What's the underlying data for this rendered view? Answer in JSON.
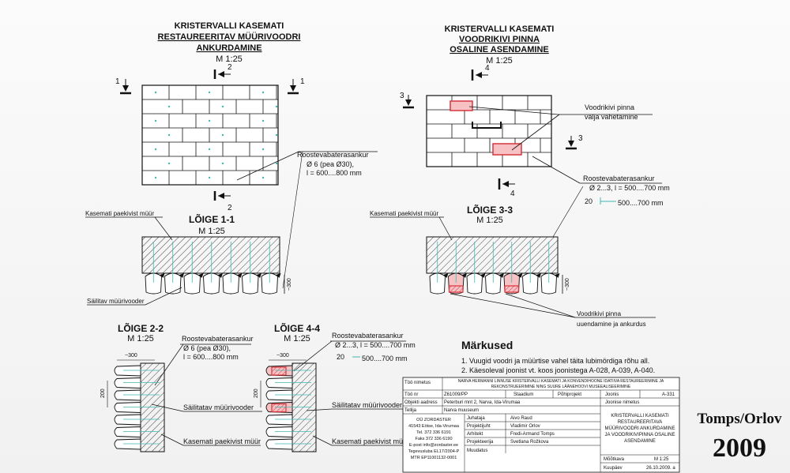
{
  "left_title": [
    "KRISTERVALLI KASEMATI",
    "RESTAUREERITAV MÜÜRIVOODRI",
    "ANKURDAMINE"
  ],
  "left_scale": "M 1:25",
  "right_title": [
    "KRISTERVALLI KASEMATI",
    "VOODRIKIVI PINNA",
    "OSALINE ASENDAMINE"
  ],
  "right_scale": "M 1:25",
  "cut_markers": {
    "one": "1",
    "two": "2",
    "three": "3",
    "four": "4"
  },
  "elev_left_anchor": [
    "Roostevabaterasankur",
    "Ø 6 (pea Ø30),",
    "l = 600....800 mm"
  ],
  "elev_right_replace": [
    "Voodrikivi pinna",
    "välja vahetamine"
  ],
  "elev_right_anchor": [
    "Roostevabaterasankur",
    "Ø 2...3, l = 500....700 mm"
  ],
  "elev_right_dim": [
    "20",
    "500....700 mm"
  ],
  "section_1_1": {
    "title": "LÕIGE 1-1",
    "scale": "M 1:25",
    "wall_label": "Kasemati paekivist müür",
    "liner_label": "Säilitav müürivooder",
    "dim": "~300"
  },
  "section_3_3": {
    "title": "LÕIGE 3-3",
    "scale": "M 1:25",
    "wall_label": "Kasemati paekivist müür",
    "renew_label": [
      "Voodrikivi pinna",
      "uuendamine ja ankurdus"
    ],
    "dim": "~300"
  },
  "section_2_2": {
    "title": "LÕIGE 2-2",
    "scale": "M 1:25",
    "anchor": [
      "Roostevabaterasankur",
      "Ø 6 (pea Ø30),",
      "l = 600....800 mm"
    ],
    "liner_label": "Säilitatav müürivooder",
    "wall_label": "Kasemati paekivist müür",
    "dim_top": "~300",
    "dim_side": "200"
  },
  "section_4_4": {
    "title": "LÕIGE 4-4",
    "scale": "M 1:25",
    "anchor": [
      "Roostevabaterasankur",
      "Ø 2...3, l = 500....700 mm"
    ],
    "dim": [
      "20",
      "500....700 mm"
    ],
    "liner_label": "Säilitatav müürivooder",
    "wall_label": "Kasemati paekivist müür",
    "dim_top": "~300",
    "dim_side": "200"
  },
  "notes": {
    "title": "Märkused",
    "items": [
      "1. Vuugid voodri ja müürtise vahel täita lubimördiga rõhu all.",
      "2. Käesoleval joonist vt. koos joonistega A-028, A-039, A-040."
    ]
  },
  "titleblock": {
    "too_nimetus_label": "Töö nimetus",
    "too_nimetus_value": [
      "NARVA HERMANNI LINNUSE KRISTERVALLI KASEMATI JA KONVENDIHOONE IDATIIVA RESTAUREERIMINE JA",
      "REKONSTRUEERIMINE NING SUURE LÄÄNEHOOVI MUSEEALISEERIMINE"
    ],
    "too_nr_label": "Töö nr",
    "too_nr_value": "Z61009/PP",
    "staadium_label": "Staadium",
    "staadium_value": "Põhiprojekt",
    "joonis_label": "Joonis",
    "joonis_value": "A-331",
    "objekt_label": "Objekti aadress",
    "objekt_value": "Peterburi mnt 2, Narva, Ida-Virumaa",
    "joonise_nimetus_label": "Joonise nimetus",
    "tellija_label": "Tellija",
    "tellija_value": "Narva muuseum",
    "company": [
      "OÜ ZORDASTER",
      "41543 Eötse, Ida-Virumaa",
      "Tel. 372 336 6191",
      "Faks 372 336 6190",
      "E-post info@zordaster.ee",
      "Tegevusluba EL17/2004-P",
      "MTR EP11001132-0001"
    ],
    "juhataja_label": "Juhataja",
    "juhataja_value": "Aivo Raud",
    "projektijuht_label": "Projektijuht",
    "projektijuht_value": "Vladimir Orlov",
    "arhitekt_label": "Arhitekt",
    "arhitekt_value": "Fredi-Armand Tomps",
    "projekteerija_label": "Projekteerija",
    "projekteerija_value": "Svetlana Rožkova",
    "muudatus_label": "Muudatus",
    "drawing_name": [
      "KRISTERVALLI KASEMATI",
      "RESTAUREERITAVA",
      "MÜÜRIVOODRI ANKURDAMINE",
      "JA VOODRIKIVIPINNA OSALINE",
      "ASENDAMINE"
    ],
    "mootkava_label": "Mõõtkava",
    "mootkava_value": "M 1:25",
    "kuupaev_label": "Kuupäev",
    "kuupaev_value": "26.10.2009. a"
  },
  "signature": {
    "name": "Tomps/Orlov",
    "year": "2009"
  },
  "colors": {
    "ink": "#111111",
    "anchor": "#3fb8b0",
    "replace": "#d9343e",
    "replace_fill": "#f6c2c4"
  }
}
